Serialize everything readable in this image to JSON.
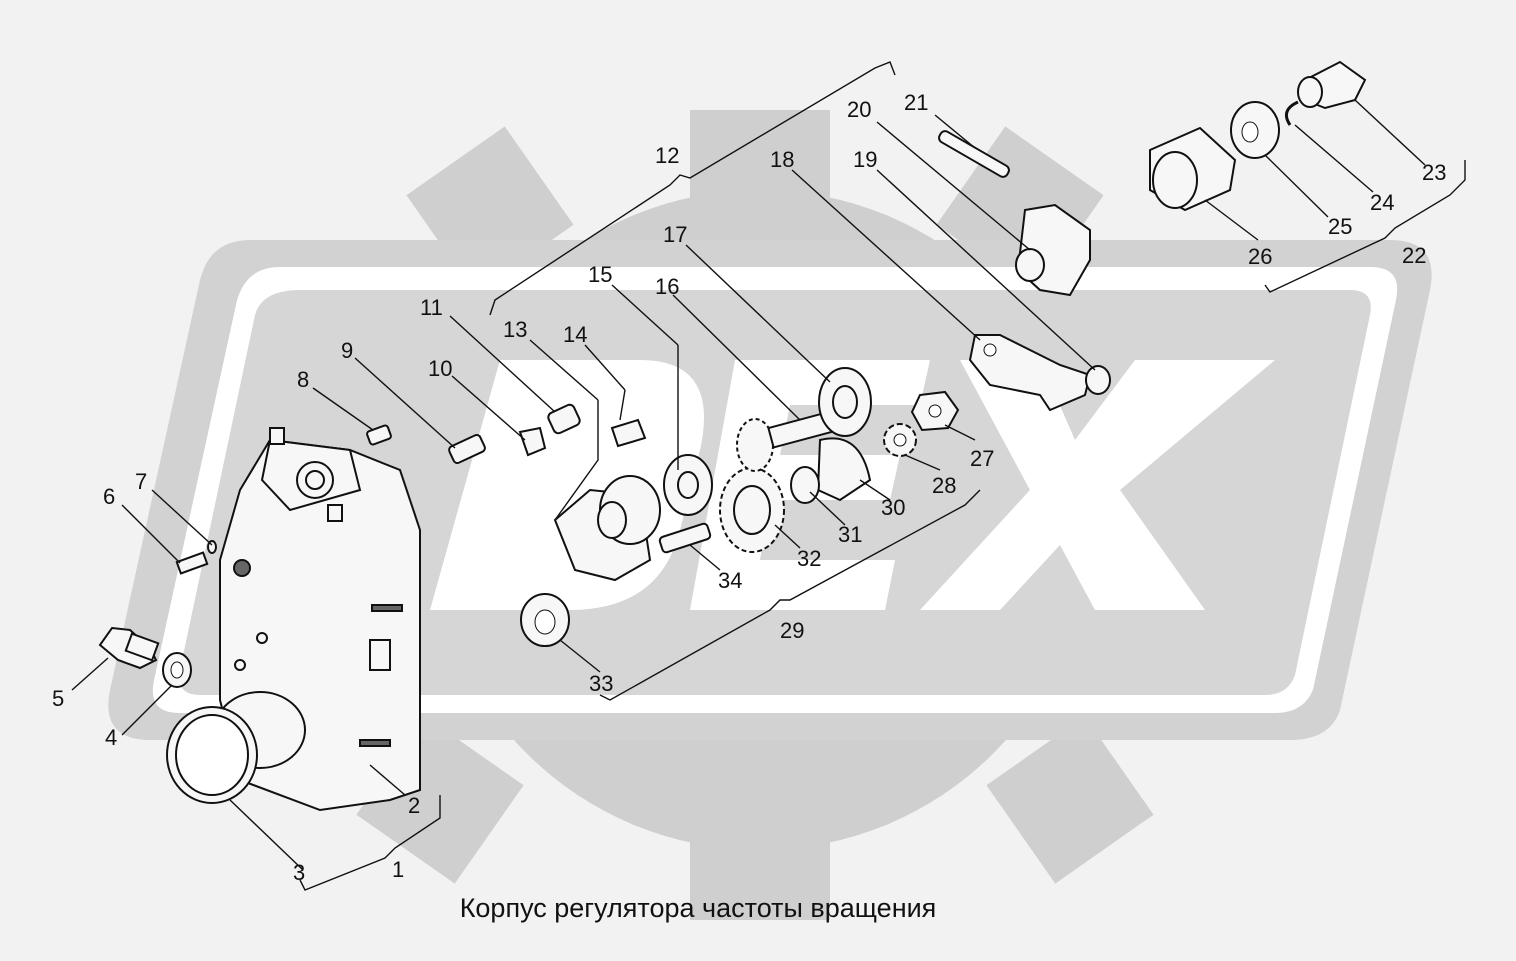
{
  "caption": "Корпус регулятора частоты вращения",
  "watermark": {
    "text": "DEX",
    "color": "#cccccc",
    "icon": "gear-watermark-icon"
  },
  "callouts": [
    "1",
    "2",
    "3",
    "4",
    "5",
    "6",
    "7",
    "8",
    "9",
    "10",
    "11",
    "12",
    "13",
    "14",
    "15",
    "16",
    "17",
    "18",
    "19",
    "20",
    "21",
    "22",
    "23",
    "24",
    "25",
    "26",
    "27",
    "28",
    "29",
    "30",
    "31",
    "32",
    "33",
    "34"
  ]
}
